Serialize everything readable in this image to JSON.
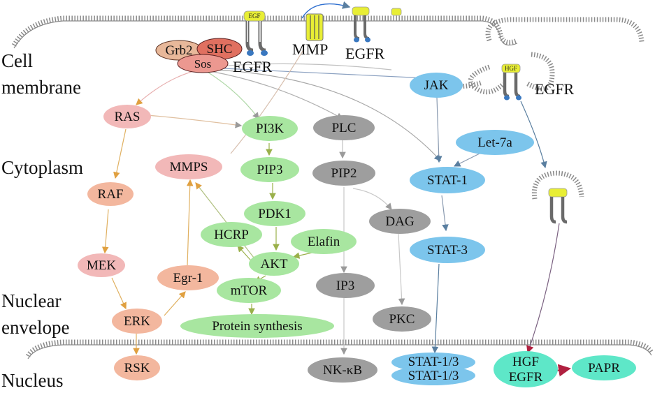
{
  "regions": {
    "cell_membrane_line1": "Cell",
    "cell_membrane_line2": "membrane",
    "cytoplasm": "Cytoplasm",
    "nuclear_envelope_line1": "Nuclear",
    "nuclear_envelope_line2": "envelope",
    "nucleus": "Nucleus"
  },
  "receptors": {
    "egf_ligand": "EGF",
    "egfr_1": "EGFR",
    "mmp": "MMP",
    "egfr_2": "EGFR",
    "hgf_ligand": "HGF",
    "egfr_3": "EGFR"
  },
  "nodes": {
    "grb2": "Grb2",
    "shc": "SHC",
    "sos": "Sos",
    "ras": "RAS",
    "raf": "RAF",
    "mek": "MEK",
    "erk": "ERK",
    "rsk": "RSK",
    "mmps": "MMPS",
    "egr1": "Egr-1",
    "pi3k": "PI3K",
    "pip3": "PIP3",
    "pdk1": "PDK1",
    "hcrp": "HCRP",
    "elafin": "Elafin",
    "akt": "AKT",
    "mtor": "mTOR",
    "protein_synthesis": "Protein synthesis",
    "plc": "PLC",
    "pip2": "PIP2",
    "dag": "DAG",
    "ip3": "IP3",
    "pkc": "PKC",
    "nfkb": "NK-κB",
    "jak": "JAK",
    "let7a": "Let-7a",
    "stat1": "STAT-1",
    "stat3": "STAT-3",
    "stat13_a": "STAT-1/3",
    "stat13_b": "STAT-1/3",
    "hgf": "HGF",
    "egfr_nuc": "EGFR",
    "papr": "PAPR"
  },
  "colors": {
    "mapk_pink": "#f2b8b8",
    "mapk_salmon": "#f3b79e",
    "pi3k_green": "#a8e6a0",
    "plc_gray": "#9e9e9e",
    "jak_blue": "#7cc5ec",
    "nucleus_teal": "#5ee7c8",
    "egf_yellow": "#e8ee35",
    "membrane_gray": "#8a8a8a"
  }
}
